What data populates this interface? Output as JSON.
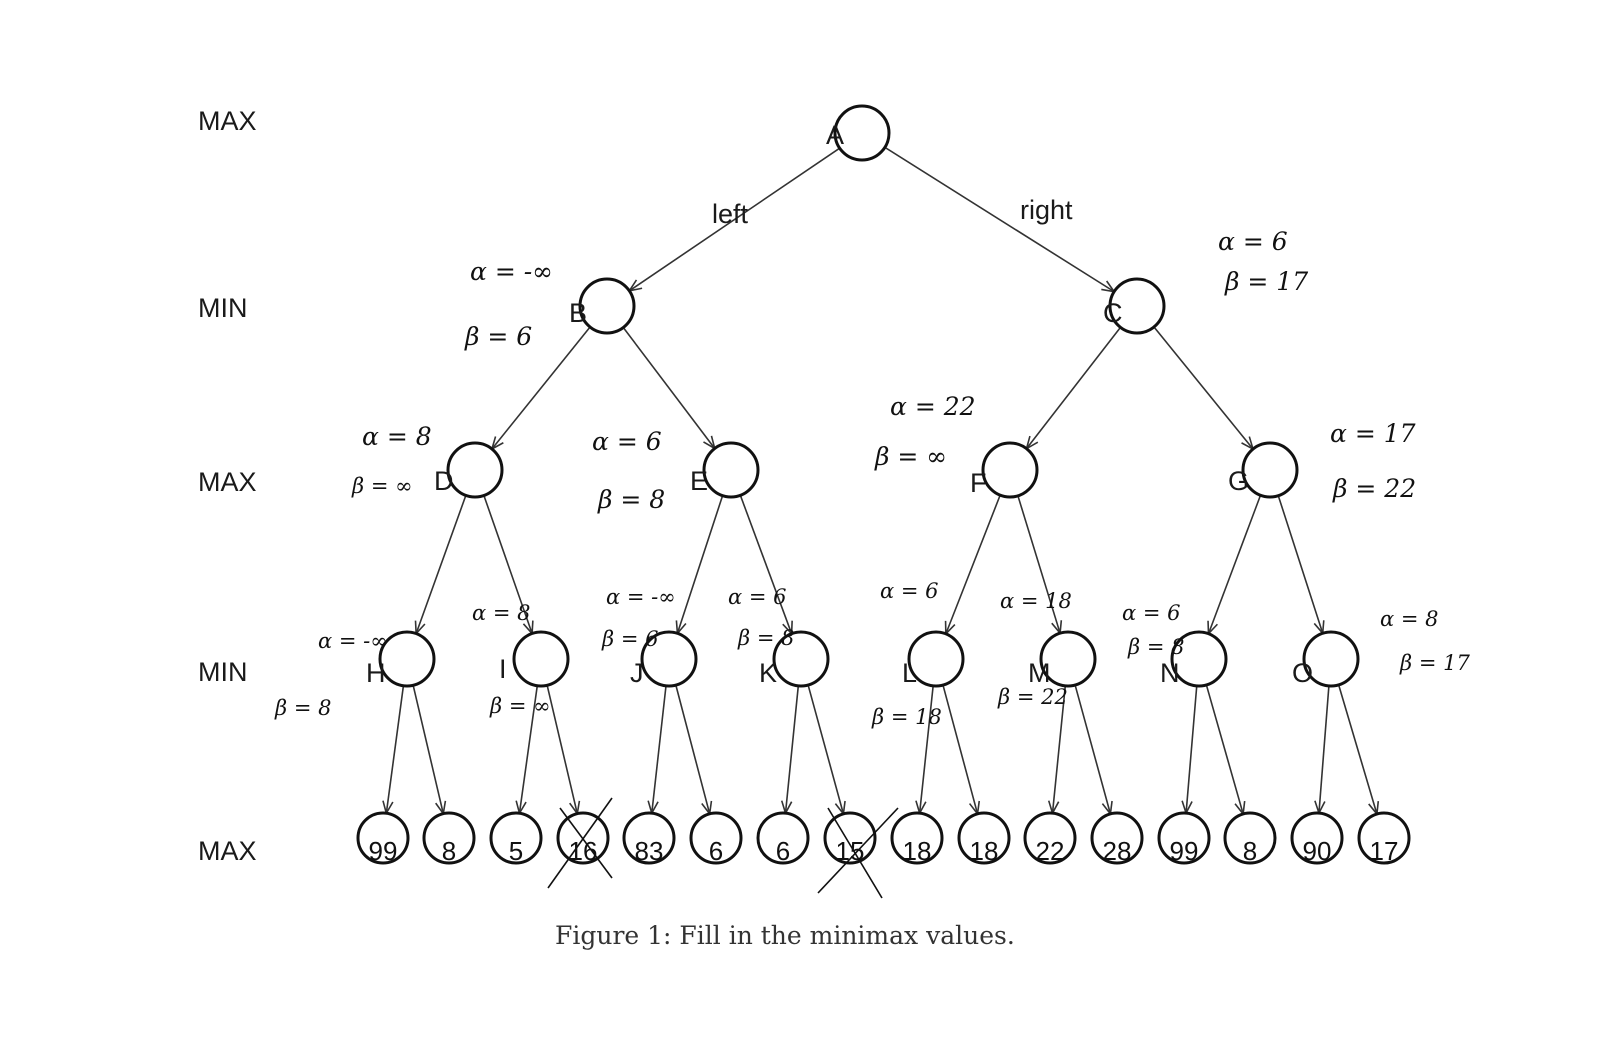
{
  "levels": [
    "MAX",
    "MIN",
    "MAX",
    "MIN",
    "MAX"
  ],
  "root": "A",
  "edge_labels": {
    "left": "left",
    "right": "right"
  },
  "internal_nodes": [
    "A",
    "B",
    "C",
    "D",
    "E",
    "F",
    "G",
    "H",
    "I",
    "J",
    "K",
    "L",
    "M",
    "N",
    "O"
  ],
  "leaves": [
    "99",
    "8",
    "5",
    "16",
    "83",
    "6",
    "6",
    "15",
    "18",
    "18",
    "22",
    "28",
    "99",
    "8",
    "90",
    "17"
  ],
  "pruned_leaves": [
    "16",
    "15"
  ],
  "annotations": {
    "B": {
      "alpha": "α = -∞",
      "beta": "β = 6"
    },
    "C": {
      "alpha": "α = 6",
      "beta": "β = 17"
    },
    "D": {
      "alpha": "α = 8",
      "beta": "β = ∞"
    },
    "E": {
      "alpha": "α = 6",
      "beta": "β = 8"
    },
    "F": {
      "alpha": "α = 22",
      "beta": "β = ∞"
    },
    "G": {
      "alpha": "α = 17",
      "beta": "β = 22"
    },
    "H": {
      "alpha": "α = -∞",
      "beta": "β = 8"
    },
    "I": {
      "alpha": "α = 8",
      "beta": "β = ∞"
    },
    "J": {
      "alpha": "α = -∞",
      "beta": "β = 6"
    },
    "K": {
      "alpha": "α = 6",
      "beta": "β = 8"
    },
    "L": {
      "alpha": "α = 6",
      "beta": "β = 18"
    },
    "M": {
      "alpha": "α = 18",
      "beta": "β = 22"
    },
    "N": {
      "alpha": "α = 6",
      "beta": "β = 8"
    },
    "O": {
      "alpha": "α = 8",
      "beta": "β = 17"
    }
  },
  "caption": "Figure 1: Fill in the minimax values."
}
